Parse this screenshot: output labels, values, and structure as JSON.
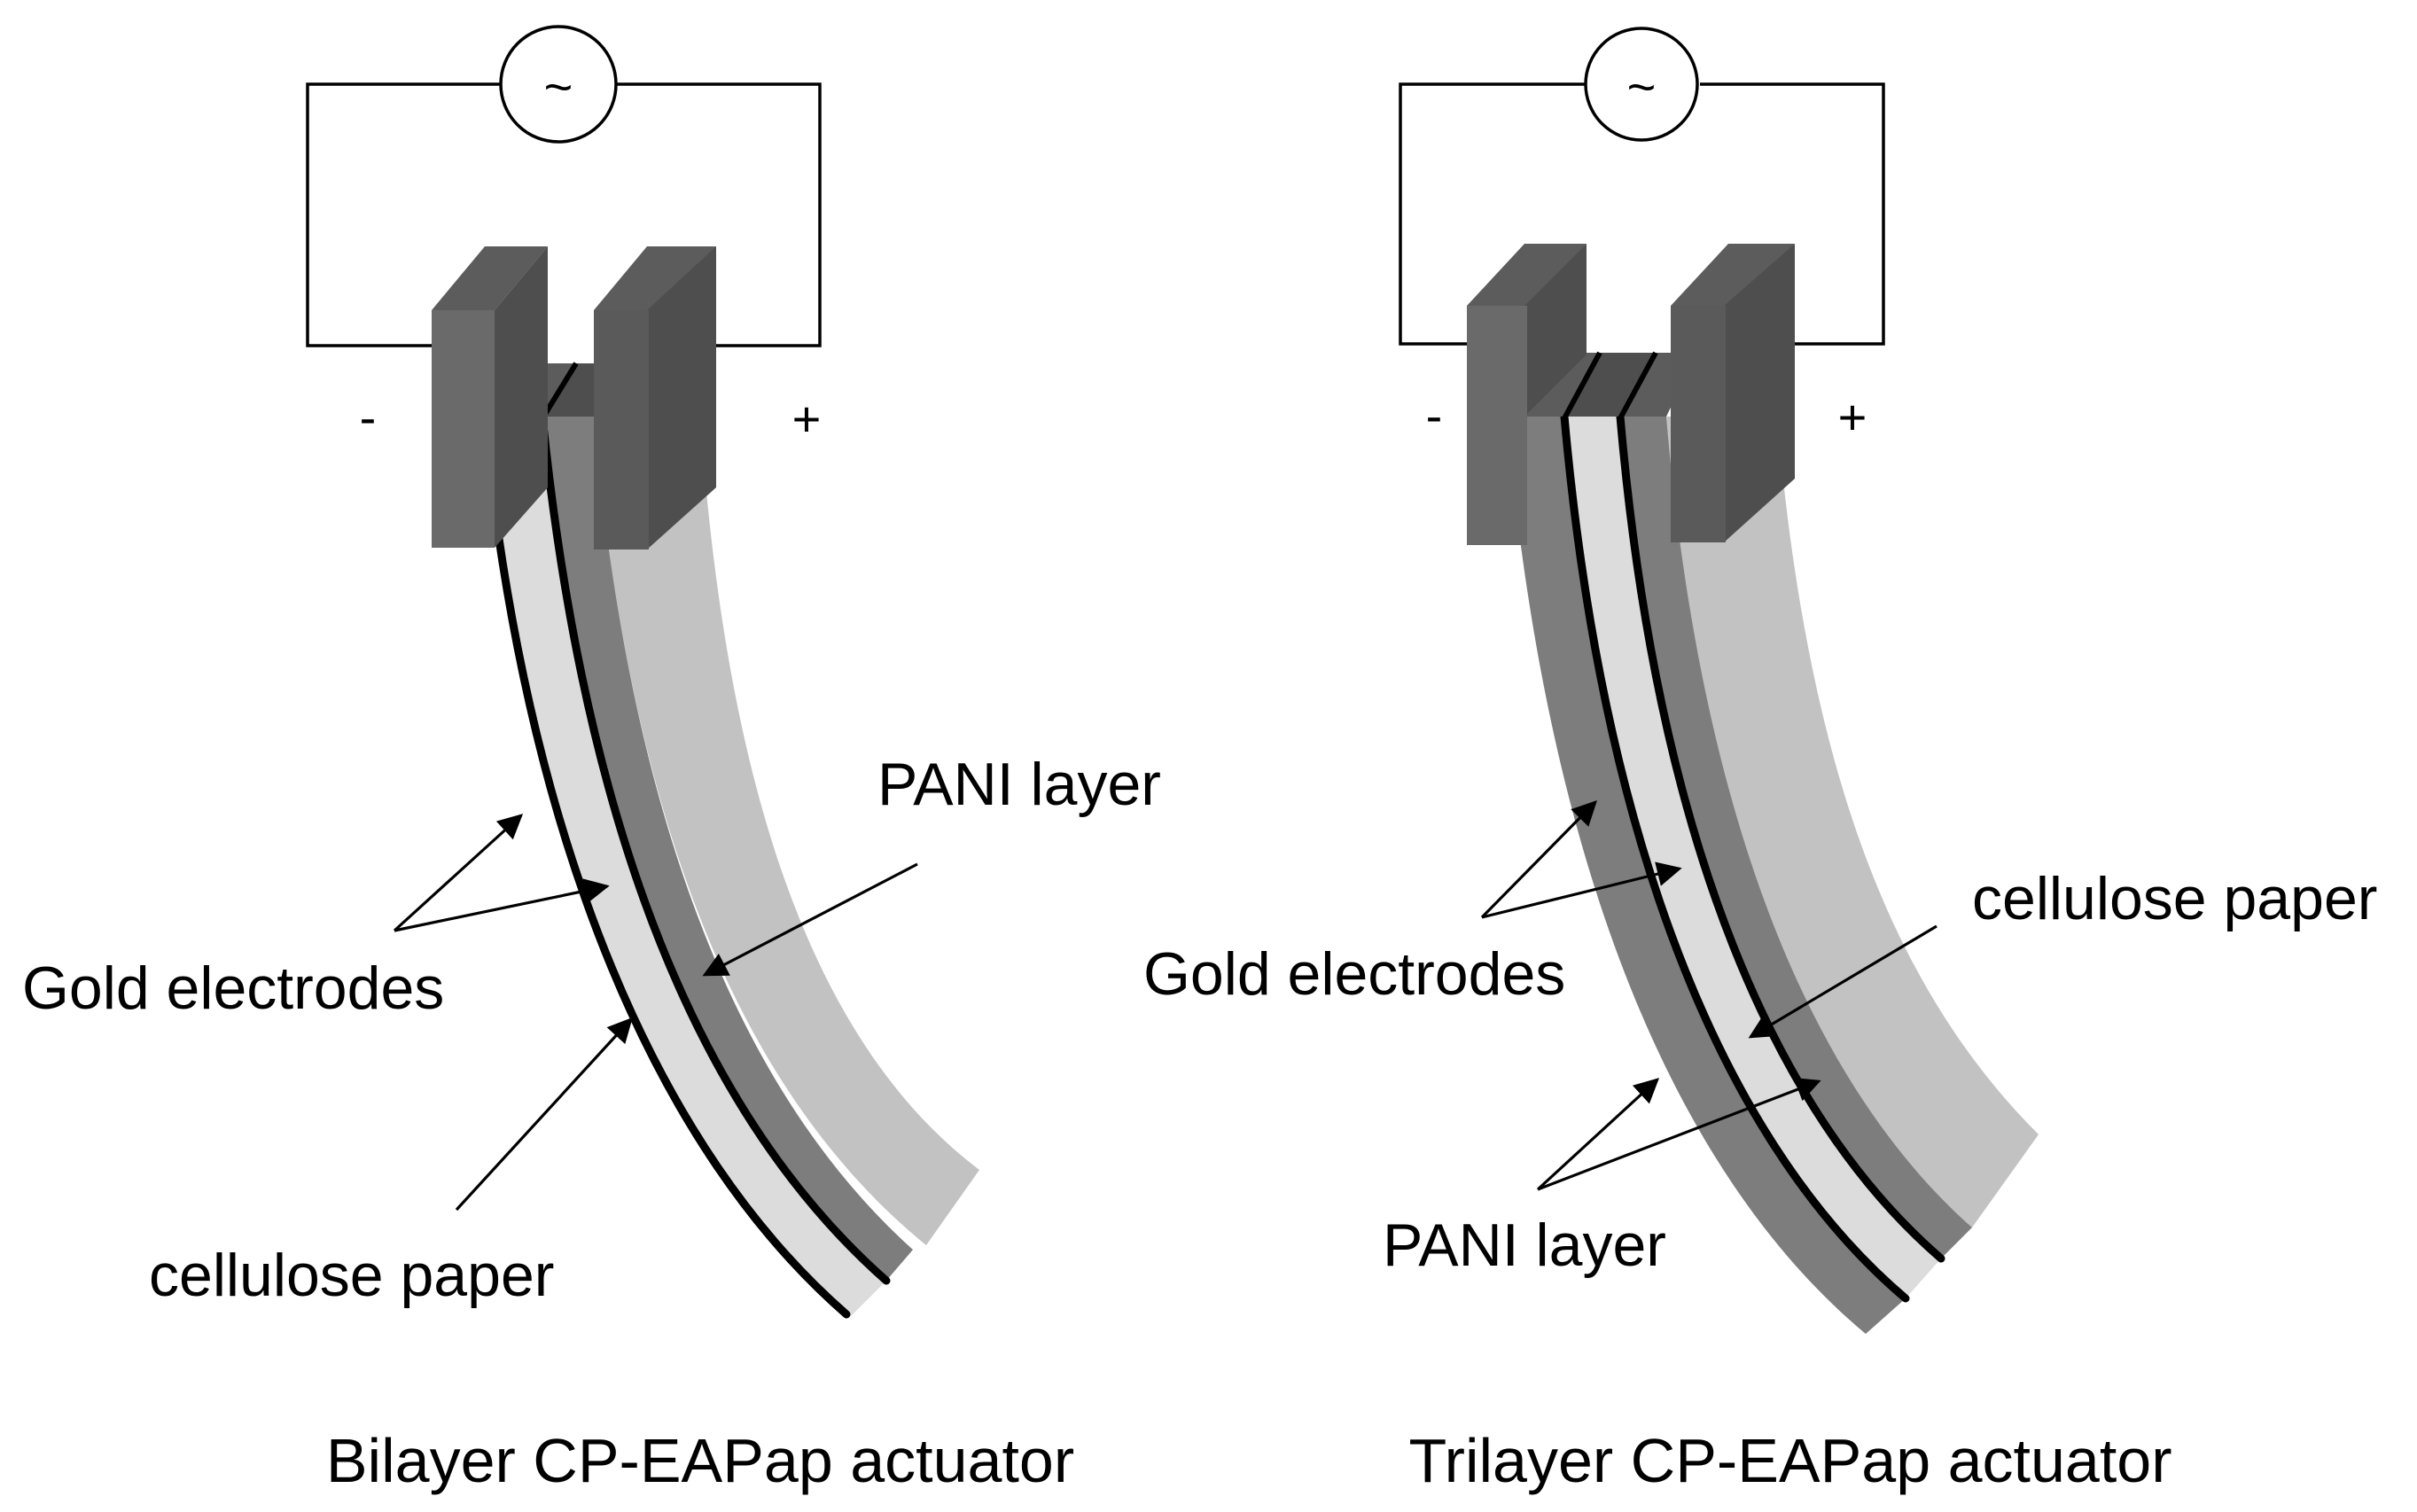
{
  "bilayer": {
    "source_symbol": "~",
    "minus": "-",
    "plus": "+",
    "labels": {
      "pani": "PANI layer",
      "gold": "Gold electrodes",
      "paper": "cellulose paper"
    },
    "caption": "Bilayer CP-EAPap actuator"
  },
  "trilayer": {
    "source_symbol": "~",
    "minus": "-",
    "plus": "+",
    "labels": {
      "gold": "Gold electrodes",
      "paper": "cellulose paper",
      "pani": "PANI layer"
    },
    "caption": "Trilayer CP-EAPap actuator"
  },
  "colors": {
    "pani_dark": "#7d7d7d",
    "pani_light": "#c2c2c2",
    "paper": "#dcdcdc",
    "clamp_front": "#6a6a6a",
    "clamp_side": "#4e4e4e",
    "clamp_top": "#5c5c5c"
  }
}
